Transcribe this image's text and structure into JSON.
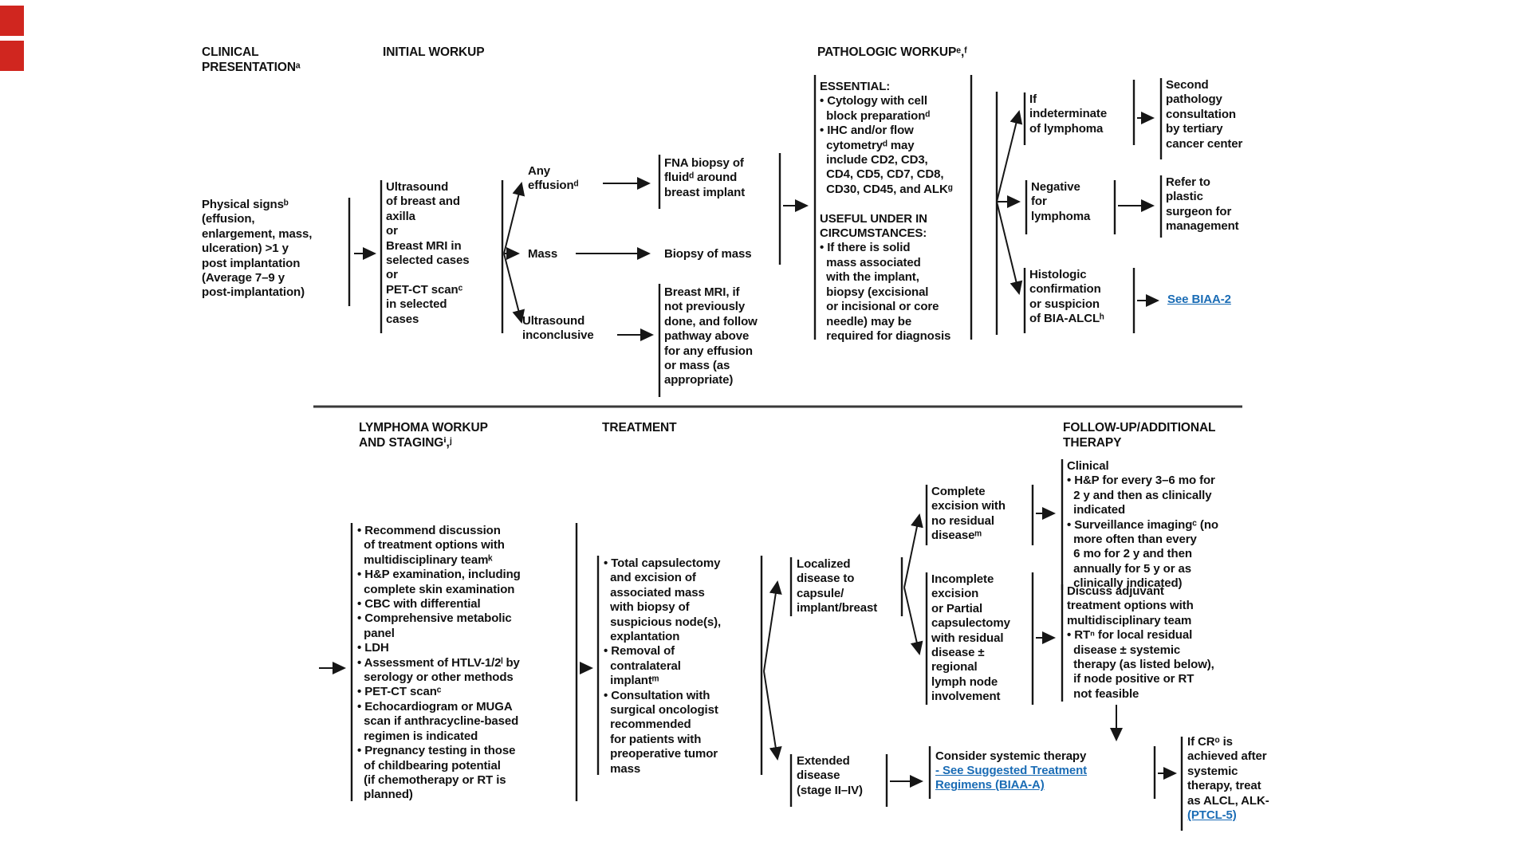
{
  "colors": {
    "text": "#111111",
    "line": "#161616",
    "link": "#1a6cb5",
    "red_marker": "#d0261f"
  },
  "headers": {
    "clinical": "CLINICAL\nPRESENTATIONᵃ",
    "initial": "INITIAL WORKUP",
    "pathologic": "PATHOLOGIC WORKUPᵉ,ᶠ",
    "lymphoma": "LYMPHOMA WORKUP\nAND STAGINGⁱ,ʲ",
    "treatment": "TREATMENT",
    "followup": "FOLLOW-UP/ADDITIONAL\nTHERAPY"
  },
  "nodes": {
    "physical_signs": "Physical signsᵇ\n(effusion,\nenlargement, mass,\nulceration) >1 y\npost implantation\n(Average 7–9 y\npost-implantation)",
    "initial_workup": "Ultrasound\nof breast and\naxilla\nor\nBreast MRI in\nselected cases\nor\nPET-CT scanᶜ\nin selected\ncases",
    "any_effusion": "Any\neffusionᵈ",
    "mass": "Mass",
    "ultrasound_inconclusive": "Ultrasound\ninconclusive",
    "fna_biopsy": "FNA biopsy of\nfluidᵈ around\nbreast implant",
    "biopsy_of_mass": "Biopsy of mass",
    "breast_mri": "Breast MRI, if\nnot previously\ndone, and follow\npathway above\nfor any effusion\nor mass (as\nappropriate)",
    "pathologic_workup": "ESSENTIAL:\n• Cytology with cell\n  block preparationᵈ\n• IHC and/or flow\n  cytometryᵈ may\n  include CD2, CD3,\n  CD4, CD5, CD7, CD8,\n  CD30, CD45, and ALKᵍ\n\nUSEFUL UNDER IN\nCIRCUMSTANCES:\n• If there is solid\n  mass associated\n  with the implant,\n  biopsy (excisional\n  or incisional or core\n  needle) may be\n  required for diagnosis",
    "indeterminate": "If\nindeterminate\nof lymphoma",
    "second_pathology": "Second\npathology\nconsultation\nby tertiary\ncancer center",
    "negative": "Negative\nfor\nlymphoma",
    "refer_plastic": "Refer to\nplastic\nsurgeon for\nmanagement",
    "histologic": "Histologic\nconfirmation\nor suspicion\nof BIA-ALCLʰ",
    "see_biaa2_link": "See BIAA-2",
    "lymphoma_workup": "• Recommend discussion\n  of treatment options with\n  multidisciplinary teamᵏ\n• H&P examination, including\n  complete skin examination\n• CBC with differential\n• Comprehensive metabolic\n  panel\n• LDH\n• Assessment of HTLV-1/2ˡ by\n  serology or other methods\n• PET-CT scanᶜ\n• Echocardiogram or MUGA\n  scan if anthracycline-based\n  regimen is indicated\n• Pregnancy testing in those\n  of childbearing potential\n  (if chemotherapy or RT is\n  planned)",
    "treatment_list": "• Total capsulectomy\n  and excision of\n  associated mass\n  with biopsy of\n  suspicious node(s),\n  explantation\n• Removal of\n  contralateral\n  implantᵐ\n• Consultation with\n  surgical oncologist\n  recommended\n  for patients with\n  preoperative tumor\n  mass",
    "localized": "Localized\ndisease to\ncapsule/\nimplant/breast",
    "complete_excision": "Complete\nexcision with\nno residual\ndiseaseᵐ",
    "clinical_followup": "Clinical\n• H&P for every 3–6 mo for\n  2 y and then as clinically\n  indicated\n• Surveillance imagingᶜ (no\n  more often than every\n  6 mo for 2 y and then\n  annually for 5 y or as\n  clinically indicated)",
    "incomplete_excision": "Incomplete\nexcision\nor Partial\ncapsulectomy\nwith residual\ndisease ±\nregional\nlymph node\ninvolvement",
    "adjuvant": "Discuss adjuvant\ntreatment options with\nmultidisciplinary team\n• RTⁿ for local residual\n  disease ± systemic\n  therapy (as listed below),\n  if node positive or RT\n  not feasible",
    "extended": "Extended\ndisease\n(stage II–IV)",
    "consider_systemic": "Consider systemic therapy",
    "consider_link": "- See Suggested Treatment\nRegimens (BIAA-A)",
    "if_cr": "If CRᵒ is\nachieved after\nsystemic\ntherapy, treat\nas ALCL, ALK-",
    "ptcl5_link": "(PTCL-5)"
  }
}
